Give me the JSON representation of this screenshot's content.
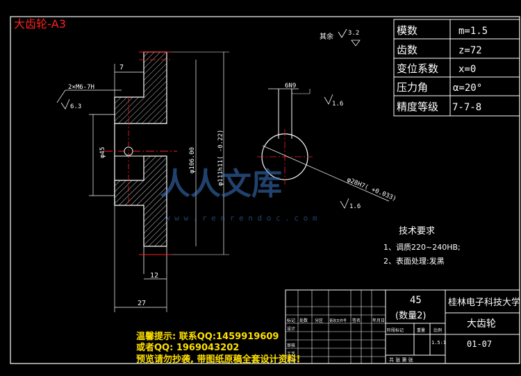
{
  "title": "大齿轮-A3",
  "roughness_rest": {
    "label": "其余",
    "value": "3.2"
  },
  "params": [
    {
      "name": "模数",
      "value": "m=1.5"
    },
    {
      "name": "齿数",
      "value": "z=72"
    },
    {
      "name": "变位系数",
      "value": "x=0"
    },
    {
      "name": "压力角",
      "value": "α=20°"
    },
    {
      "name": "精度等级",
      "value": "7-7-8"
    }
  ],
  "dims": {
    "d7": "7",
    "thread": "2×M6-7H",
    "rough_63": "6.3",
    "d45": "φ45",
    "d106": "φ106.00",
    "d111": "φ111h11(  -0.22)",
    "d12": "12",
    "d27": "27",
    "key_width": "6N9",
    "rough_16a": "1.6",
    "rough_16b": "1.6",
    "bore": "φ28H7(  +0.033)"
  },
  "tech": {
    "heading": "技术要求",
    "items": [
      "1、调质220~240HB;",
      "2、表面处理:发黑"
    ]
  },
  "titleblock": {
    "material_num": "45",
    "quantity": "(数量2)",
    "university": "桂林电子科技大学",
    "part_name": "大齿轮",
    "scale": "1.5:1",
    "drawing_no": "01-07",
    "hdr": [
      "标记",
      "处数",
      "分区",
      "更改文件号",
      "签名",
      "年月日"
    ],
    "stage": [
      "阶段标记",
      "重量",
      "比例"
    ],
    "rows": [
      "设计",
      "审核",
      "工艺",
      "批准"
    ],
    "sheets": "共   张  第   张"
  },
  "watermark": {
    "brand": "人人文库",
    "url": "w w w . r e n r e n d o c . c o m"
  },
  "notice": [
    "温馨提示: 联系QQ:1459919609",
    "或者QQ: 1969043202",
    "预览请勿抄袭, 带图纸原稿全套设计资料!"
  ]
}
